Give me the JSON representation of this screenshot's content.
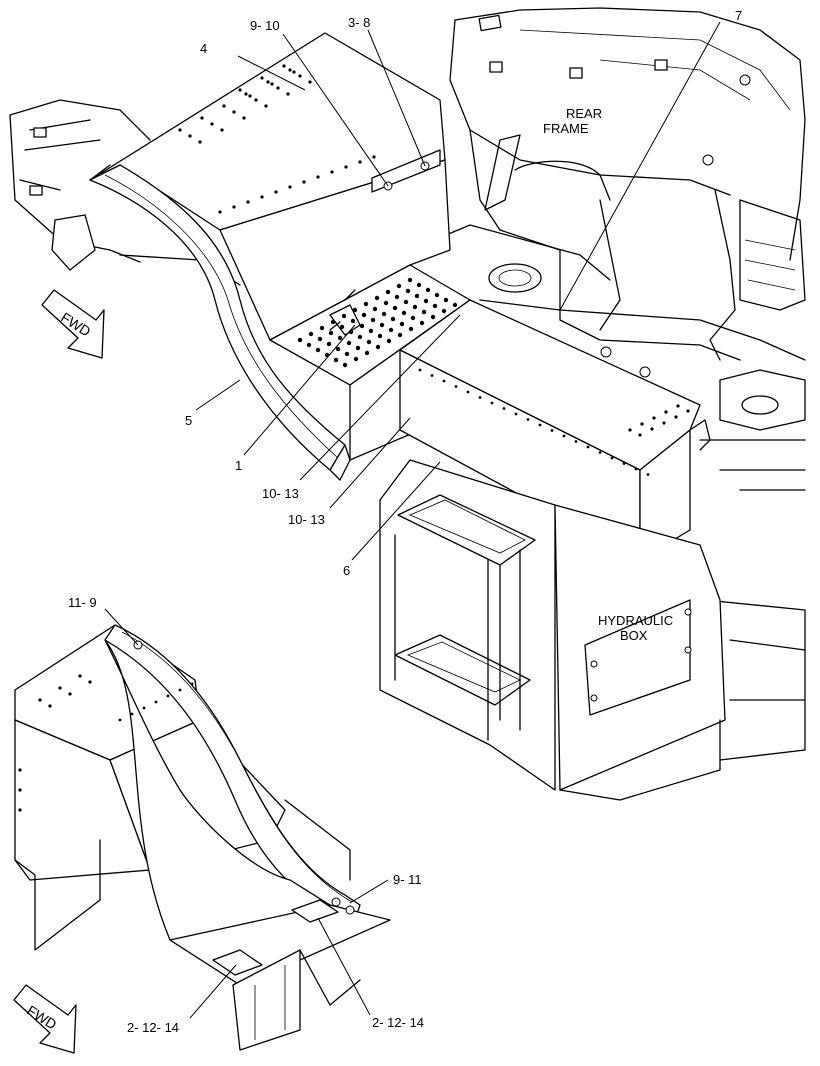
{
  "callouts": {
    "c4": "4",
    "c9_10": "9- 10",
    "c3_8": "3- 8",
    "c7": "7",
    "c5": "5",
    "c1": "1",
    "c10_13a": "10- 13",
    "c10_13b": "10- 13",
    "c6": "6",
    "c11_9": "11- 9",
    "c9_11": "9- 11",
    "c2_12_14a": "2- 12- 14",
    "c2_12_14b": "2- 12- 14"
  },
  "labels": {
    "rear_frame_line1": "REAR",
    "rear_frame_line2": "FRAME",
    "hydraulic_box_line1": "HYDRAULIC",
    "hydraulic_box_line2": "BOX",
    "fwd_top": "FWD",
    "fwd_bottom": "FWD"
  }
}
